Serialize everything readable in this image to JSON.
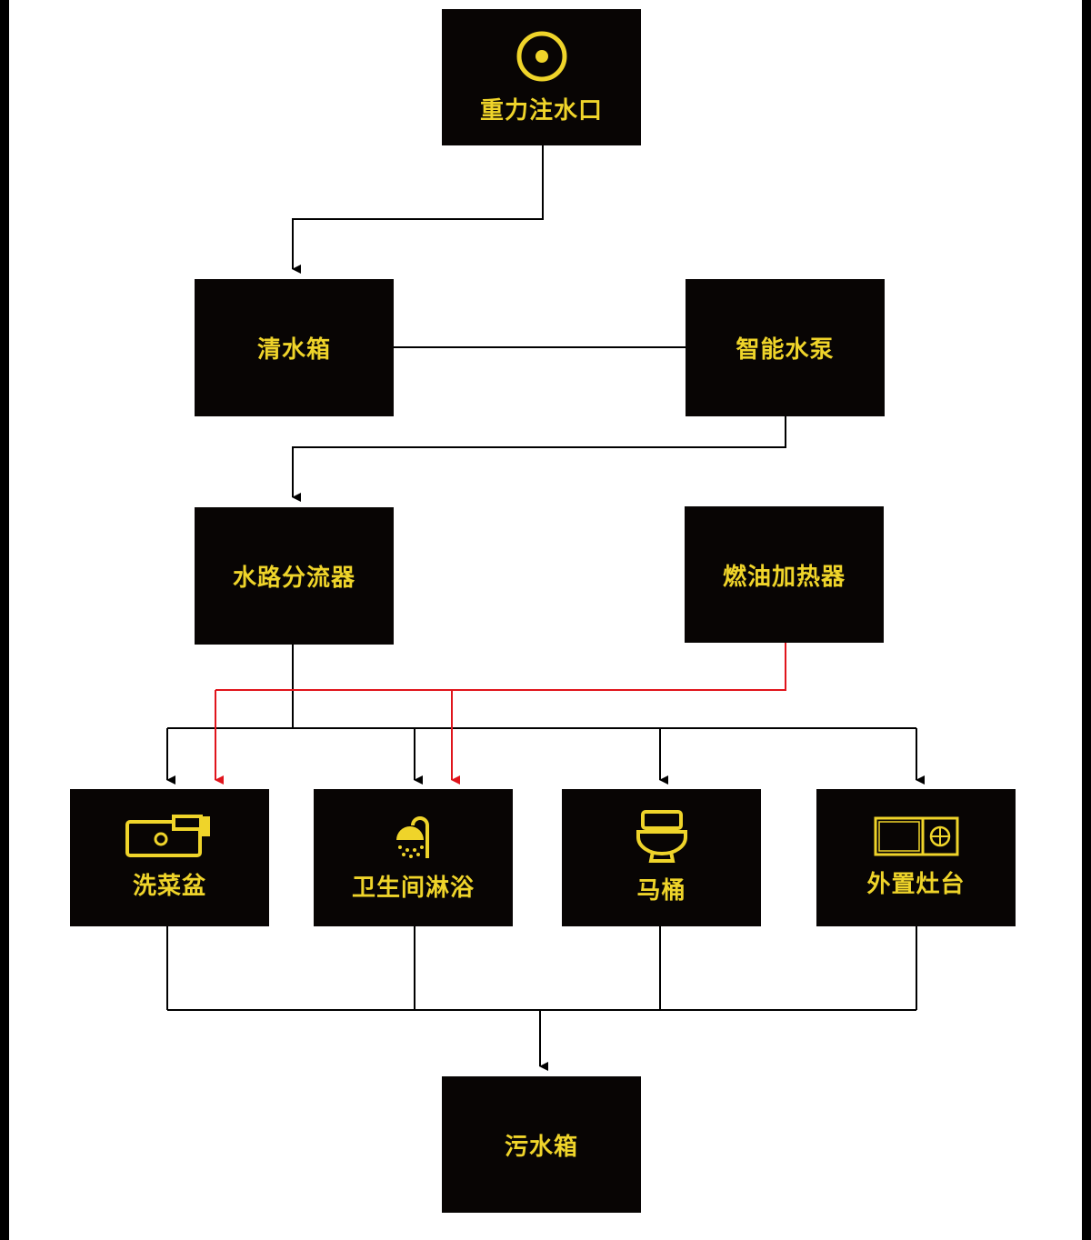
{
  "colors": {
    "box_bg": "#080504",
    "box_text": "#efd42a",
    "cold_line": "#000000",
    "hot_line": "#e0141c",
    "outer_frame": "#000000",
    "canvas": "#ffffff"
  },
  "nodes": {
    "gravity_inlet": {
      "label": "重力注水口",
      "icon": "target-icon"
    },
    "fresh_tank": {
      "label": "清水箱"
    },
    "smart_pump": {
      "label": "智能水泵"
    },
    "splitter": {
      "label": "水路分流器"
    },
    "fuel_heater": {
      "label": "燃油加热器"
    },
    "sink": {
      "label": "洗菜盆",
      "icon": "faucet-sink-icon"
    },
    "shower": {
      "label": "卫生间淋浴",
      "icon": "shower-head-icon"
    },
    "toilet": {
      "label": "马桶",
      "icon": "toilet-icon"
    },
    "stove": {
      "label": "外置灶台",
      "icon": "stove-icon"
    },
    "waste_tank": {
      "label": "污水箱"
    }
  }
}
